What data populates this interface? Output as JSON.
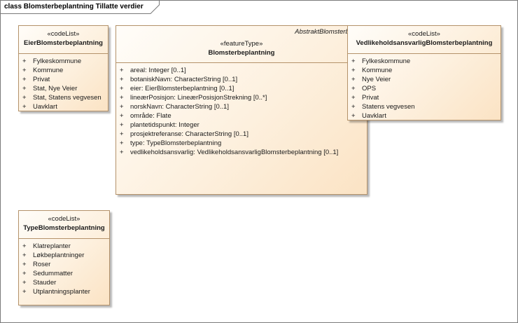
{
  "frame": {
    "title": "class Blomsterbeplantning Tillatte verdier"
  },
  "classes": {
    "eier": {
      "stereotype": "«codeList»",
      "name": "EierBlomsterbeplantning",
      "items": [
        "Fylkeskommune",
        "Kommune",
        "Privat",
        "Stat, Nye Veier",
        "Stat, Statens vegvesen",
        "Uavklart"
      ]
    },
    "blomster": {
      "abstract_parent": "AbstraktBlomsterbeplan",
      "stereotype": "«featureType»",
      "name": "Blomsterbeplantning",
      "attributes": [
        "areal: Integer [0..1]",
        "botaniskNavn: CharacterString [0..1]",
        "eier: EierBlomsterbeplantning [0..1]",
        "lineærPosisjon: LineærPosisjonStrekning [0..*]",
        "norskNavn: CharacterString [0..1]",
        "område: Flate",
        "plantetidspunkt: Integer",
        "prosjektreferanse: CharacterString [0..1]",
        "type: TypeBlomsterbeplantning",
        "vedlikeholdsansvarlig: VedlikeholdsansvarligBlomsterbeplantning [0..1]"
      ]
    },
    "vedlikehold": {
      "stereotype": "«codeList»",
      "name": "VedlikeholdsansvarligBlomsterbeplantning",
      "items": [
        "Fylkeskommune",
        "Kommune",
        "Nye Veier",
        "OPS",
        "Privat",
        "Statens vegvesen",
        "Uavklart"
      ]
    },
    "type": {
      "stereotype": "«codeList»",
      "name": "TypeBlomsterbeplantning",
      "items": [
        "Klatreplanter",
        "Løkbeplantninger",
        "Roser",
        "Sedummatter",
        "Stauder",
        "Utplantningsplanter"
      ]
    }
  },
  "visibility_marker": "+"
}
